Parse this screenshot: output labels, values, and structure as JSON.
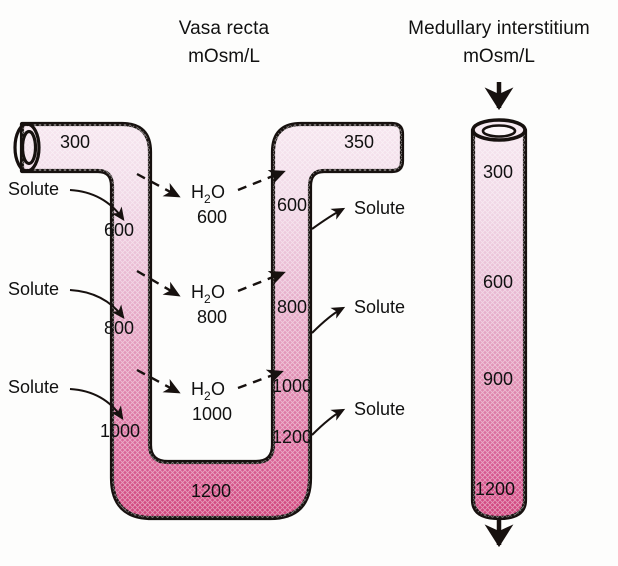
{
  "figure": {
    "background_color": "#fdfdfc",
    "ink_color": "#17110f",
    "gradient_top_color": "#f5e2ec",
    "gradient_mid_color": "#e8aec8",
    "gradient_bottom_color": "#d24a80"
  },
  "vasa_recta": {
    "title_line1": "Vasa recta",
    "title_line2": "mOsm/L",
    "descending_values": [
      "300",
      "600",
      "800",
      "1000"
    ],
    "bottom_value": "1200",
    "ascending_values": [
      "350",
      "600",
      "800",
      "1000",
      "1200"
    ],
    "solute_in_labels": [
      "Solute",
      "Solute",
      "Solute"
    ],
    "solute_out_labels": [
      "Solute",
      "Solute",
      "Solute"
    ],
    "water_label": "H",
    "water_subscript": "2",
    "water_label_tail": "O",
    "water_values": [
      "600",
      "800",
      "1000"
    ]
  },
  "interstitium": {
    "title_line1": "Medullary interstitium",
    "title_line2": "mOsm/L",
    "values": [
      "300",
      "600",
      "900",
      "1200"
    ]
  }
}
